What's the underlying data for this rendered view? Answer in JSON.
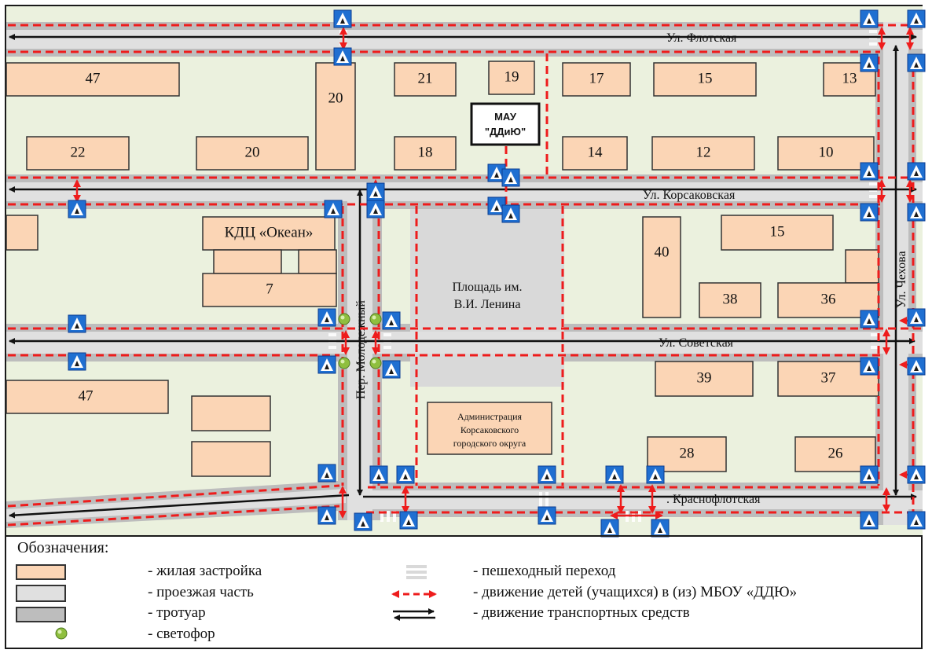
{
  "map": {
    "streets": {
      "flotskaya": "Ул. Флотская",
      "korsakovskaya": "Ул. Корсаковская",
      "sovetskaya": "Ул. Советская",
      "krasnoflotskaya": ". Краснофлотская",
      "chekhova": "Ул. Чехова",
      "molodezhny": "Пер. Молодежный"
    },
    "buildings": {
      "b47_top": "47",
      "b20_tall": "20",
      "b21": "21",
      "b19": "19",
      "b17": "17",
      "b15_top": "15",
      "b13": "13",
      "b22": "22",
      "b20_mid": "20",
      "b18": "18",
      "b14": "14",
      "b12": "12",
      "b10": "10",
      "okean": "КДЦ «Океан»",
      "b7": "7",
      "b40": "40",
      "b15_mid": "15",
      "b38": "38",
      "b36": "36",
      "b47_bot": "47",
      "b39": "39",
      "b37": "37",
      "b28": "28",
      "b26": "26"
    },
    "school": {
      "line1": "МАУ",
      "line2": "\"ДДиЮ\""
    },
    "square": {
      "line1": "Площадь им.",
      "line2": "В.И. Ленина"
    },
    "admin": {
      "line1": "Администрация",
      "line2": "Корсаковского",
      "line3": "городского округа"
    },
    "colors": {
      "house": "#fbd5b5",
      "road": "#e0e0e0",
      "sidewalk": "#bdbdbd",
      "ground": "#ebf1de",
      "square": "#d9d9d9",
      "route": "#ee1c1c",
      "sign": "#1f6fd1"
    }
  },
  "legend": {
    "title": "Обозначения:",
    "housing": "- жилая застройка",
    "roadway": "- проезжая часть",
    "sidewalk": "- тротуар",
    "traffic_light": "- светофор",
    "crossing": "- пешеходный переход",
    "children_route": "- движение детей (учащихся) в (из) МБОУ «ДДЮ»",
    "vehicle_route": "- движение транспортных средств"
  }
}
